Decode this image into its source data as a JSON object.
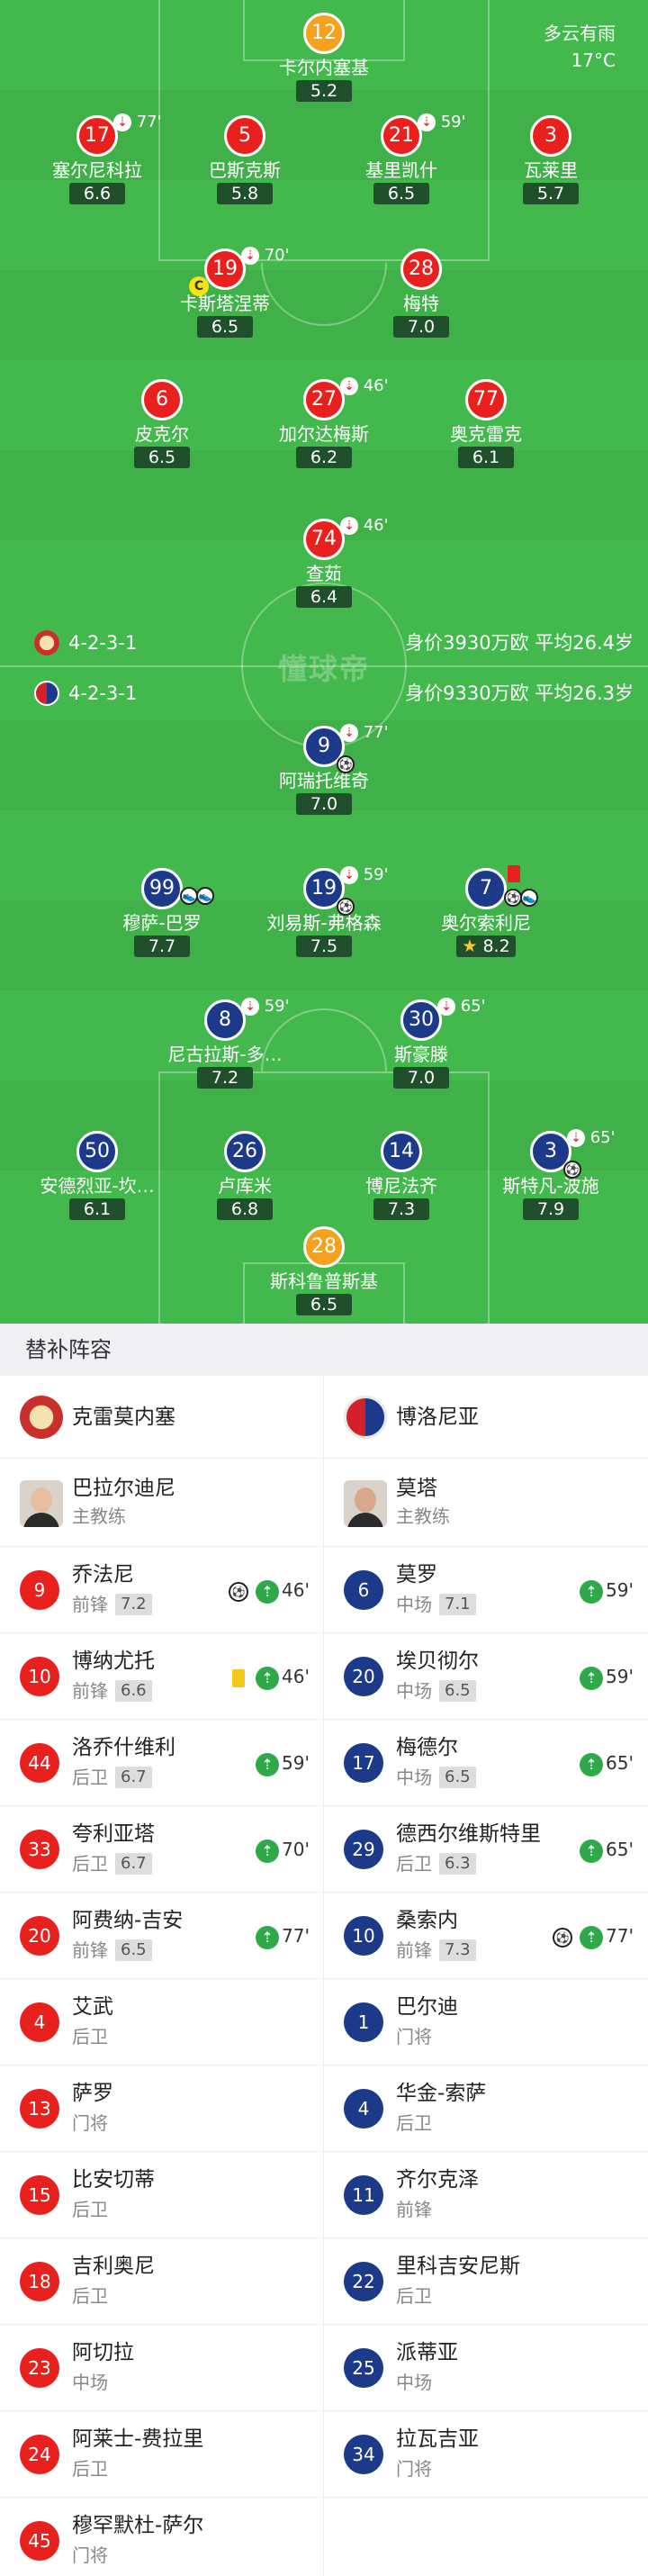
{
  "weather": {
    "condition": "多云有雨",
    "temp": "17°C"
  },
  "colors": {
    "home": "#e8211e",
    "away": "#1d3a8a",
    "keeper": "#f4a11d",
    "pitch": "#43b84c",
    "sub_arrow": "#2fa84a"
  },
  "watermark": "懂球帝",
  "home": {
    "formation": "4-2-3-1",
    "value": "身价3930万欧  平均26.4岁",
    "players": [
      {
        "num": "12",
        "name": "卡尔内塞基",
        "rating": "5.2"
      },
      {
        "num": "17",
        "name": "塞尔尼科拉",
        "rating": "6.6",
        "sub": "77'"
      },
      {
        "num": "5",
        "name": "巴斯克斯",
        "rating": "5.8"
      },
      {
        "num": "21",
        "name": "基里凯什",
        "rating": "6.5",
        "sub": "59'"
      },
      {
        "num": "3",
        "name": "瓦莱里",
        "rating": "5.7"
      },
      {
        "num": "19",
        "name": "卡斯塔涅蒂",
        "rating": "6.5",
        "sub": "70'"
      },
      {
        "num": "28",
        "name": "梅特",
        "rating": "7.0"
      },
      {
        "num": "6",
        "name": "皮克尔",
        "rating": "6.5"
      },
      {
        "num": "27",
        "name": "加尔达梅斯",
        "rating": "6.2",
        "sub": "46'"
      },
      {
        "num": "77",
        "name": "奥克雷克",
        "rating": "6.1"
      },
      {
        "num": "74",
        "name": "查茹",
        "rating": "6.4",
        "sub": "46'"
      }
    ]
  },
  "away": {
    "formation": "4-2-3-1",
    "value": "身价9330万欧  平均26.3岁",
    "players": [
      {
        "num": "9",
        "name": "阿瑞托维奇",
        "rating": "7.0",
        "sub": "77'"
      },
      {
        "num": "99",
        "name": "穆萨-巴罗",
        "rating": "7.7"
      },
      {
        "num": "19",
        "name": "刘易斯-弗格森",
        "rating": "7.5",
        "sub": "59'"
      },
      {
        "num": "7",
        "name": "奥尔索利尼",
        "rating": "8.2"
      },
      {
        "num": "8",
        "name": "尼古拉斯-多…",
        "rating": "7.2",
        "sub": "59'"
      },
      {
        "num": "30",
        "name": "斯豪滕",
        "rating": "7.0",
        "sub": "65'"
      },
      {
        "num": "50",
        "name": "安德烈亚-坎…",
        "rating": "6.1"
      },
      {
        "num": "26",
        "name": "卢库米",
        "rating": "6.8"
      },
      {
        "num": "14",
        "name": "博尼法齐",
        "rating": "7.3"
      },
      {
        "num": "3",
        "name": "斯特凡-波施",
        "rating": "7.9",
        "sub": "65'"
      },
      {
        "num": "28",
        "name": "斯科鲁普斯基",
        "rating": "6.5"
      }
    ]
  },
  "subs": {
    "header": "替补阵容",
    "home_team": "克雷莫内塞",
    "away_team": "博洛尼亚",
    "home_coach": {
      "name": "巴拉尔迪尼",
      "role": "主教练"
    },
    "away_coach": {
      "name": "莫塔",
      "role": "主教练"
    },
    "home": [
      {
        "num": "9",
        "name": "乔法尼",
        "pos": "前锋",
        "rating": "7.2",
        "goal": true,
        "in": "46'"
      },
      {
        "num": "10",
        "name": "博纳尤托",
        "pos": "前锋",
        "rating": "6.6",
        "yellow": true,
        "in": "46'"
      },
      {
        "num": "44",
        "name": "洛乔什维利",
        "pos": "后卫",
        "rating": "6.7",
        "in": "59'"
      },
      {
        "num": "33",
        "name": "夸利亚塔",
        "pos": "后卫",
        "rating": "6.7",
        "in": "70'"
      },
      {
        "num": "20",
        "name": "阿费纳-吉安",
        "pos": "前锋",
        "rating": "6.5",
        "in": "77'"
      },
      {
        "num": "4",
        "name": "艾武",
        "pos": "后卫"
      },
      {
        "num": "13",
        "name": "萨罗",
        "pos": "门将"
      },
      {
        "num": "15",
        "name": "比安切蒂",
        "pos": "后卫"
      },
      {
        "num": "18",
        "name": "吉利奥尼",
        "pos": "后卫"
      },
      {
        "num": "23",
        "name": "阿切拉",
        "pos": "中场"
      },
      {
        "num": "24",
        "name": "阿莱士-费拉里",
        "pos": "后卫"
      },
      {
        "num": "45",
        "name": "穆罕默杜-萨尔",
        "pos": "门将"
      }
    ],
    "away": [
      {
        "num": "6",
        "name": "莫罗",
        "pos": "中场",
        "rating": "7.1",
        "in": "59'"
      },
      {
        "num": "20",
        "name": "埃贝彻尔",
        "pos": "中场",
        "rating": "6.5",
        "in": "59'"
      },
      {
        "num": "17",
        "name": "梅德尔",
        "pos": "中场",
        "rating": "6.5",
        "in": "65'"
      },
      {
        "num": "29",
        "name": "德西尔维斯特里",
        "pos": "后卫",
        "rating": "6.3",
        "in": "65'"
      },
      {
        "num": "10",
        "name": "桑索内",
        "pos": "前锋",
        "rating": "7.3",
        "goal": true,
        "in": "77'"
      },
      {
        "num": "1",
        "name": "巴尔迪",
        "pos": "门将"
      },
      {
        "num": "4",
        "name": "华金-索萨",
        "pos": "后卫"
      },
      {
        "num": "11",
        "name": "齐尔克泽",
        "pos": "前锋"
      },
      {
        "num": "22",
        "name": "里科吉安尼斯",
        "pos": "后卫"
      },
      {
        "num": "25",
        "name": "派蒂亚",
        "pos": "中场"
      },
      {
        "num": "34",
        "name": "拉瓦吉亚",
        "pos": "门将"
      }
    ]
  }
}
